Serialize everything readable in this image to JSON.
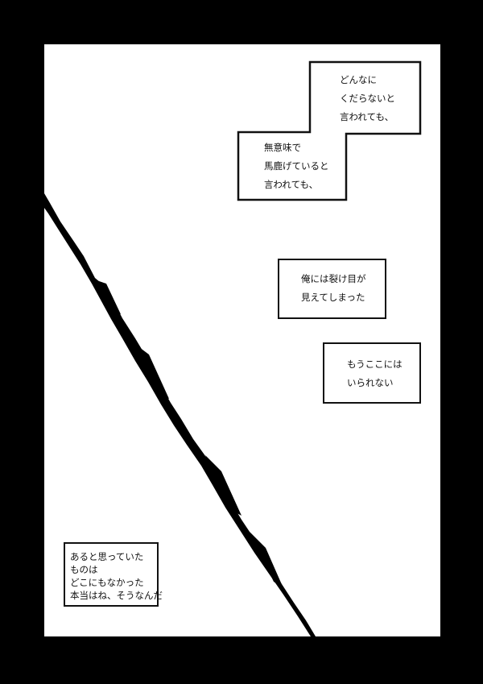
{
  "captions": {
    "top_right": [
      "どんなに",
      "くだらないと",
      "言われても、"
    ],
    "top_left": [
      "無意味で",
      "馬鹿げていると",
      "言われても、"
    ],
    "middle": [
      "俺には裂け目が",
      "見えてしまった"
    ],
    "lower_right": [
      "もうここには",
      "いられない"
    ],
    "bottom_left": [
      "あると思っていた",
      "ものは",
      "どこにもなかった",
      "本当はね、そうなんだ"
    ]
  },
  "colors": {
    "border": "#000000",
    "panel": "#ffffff",
    "ink": "#111111"
  }
}
